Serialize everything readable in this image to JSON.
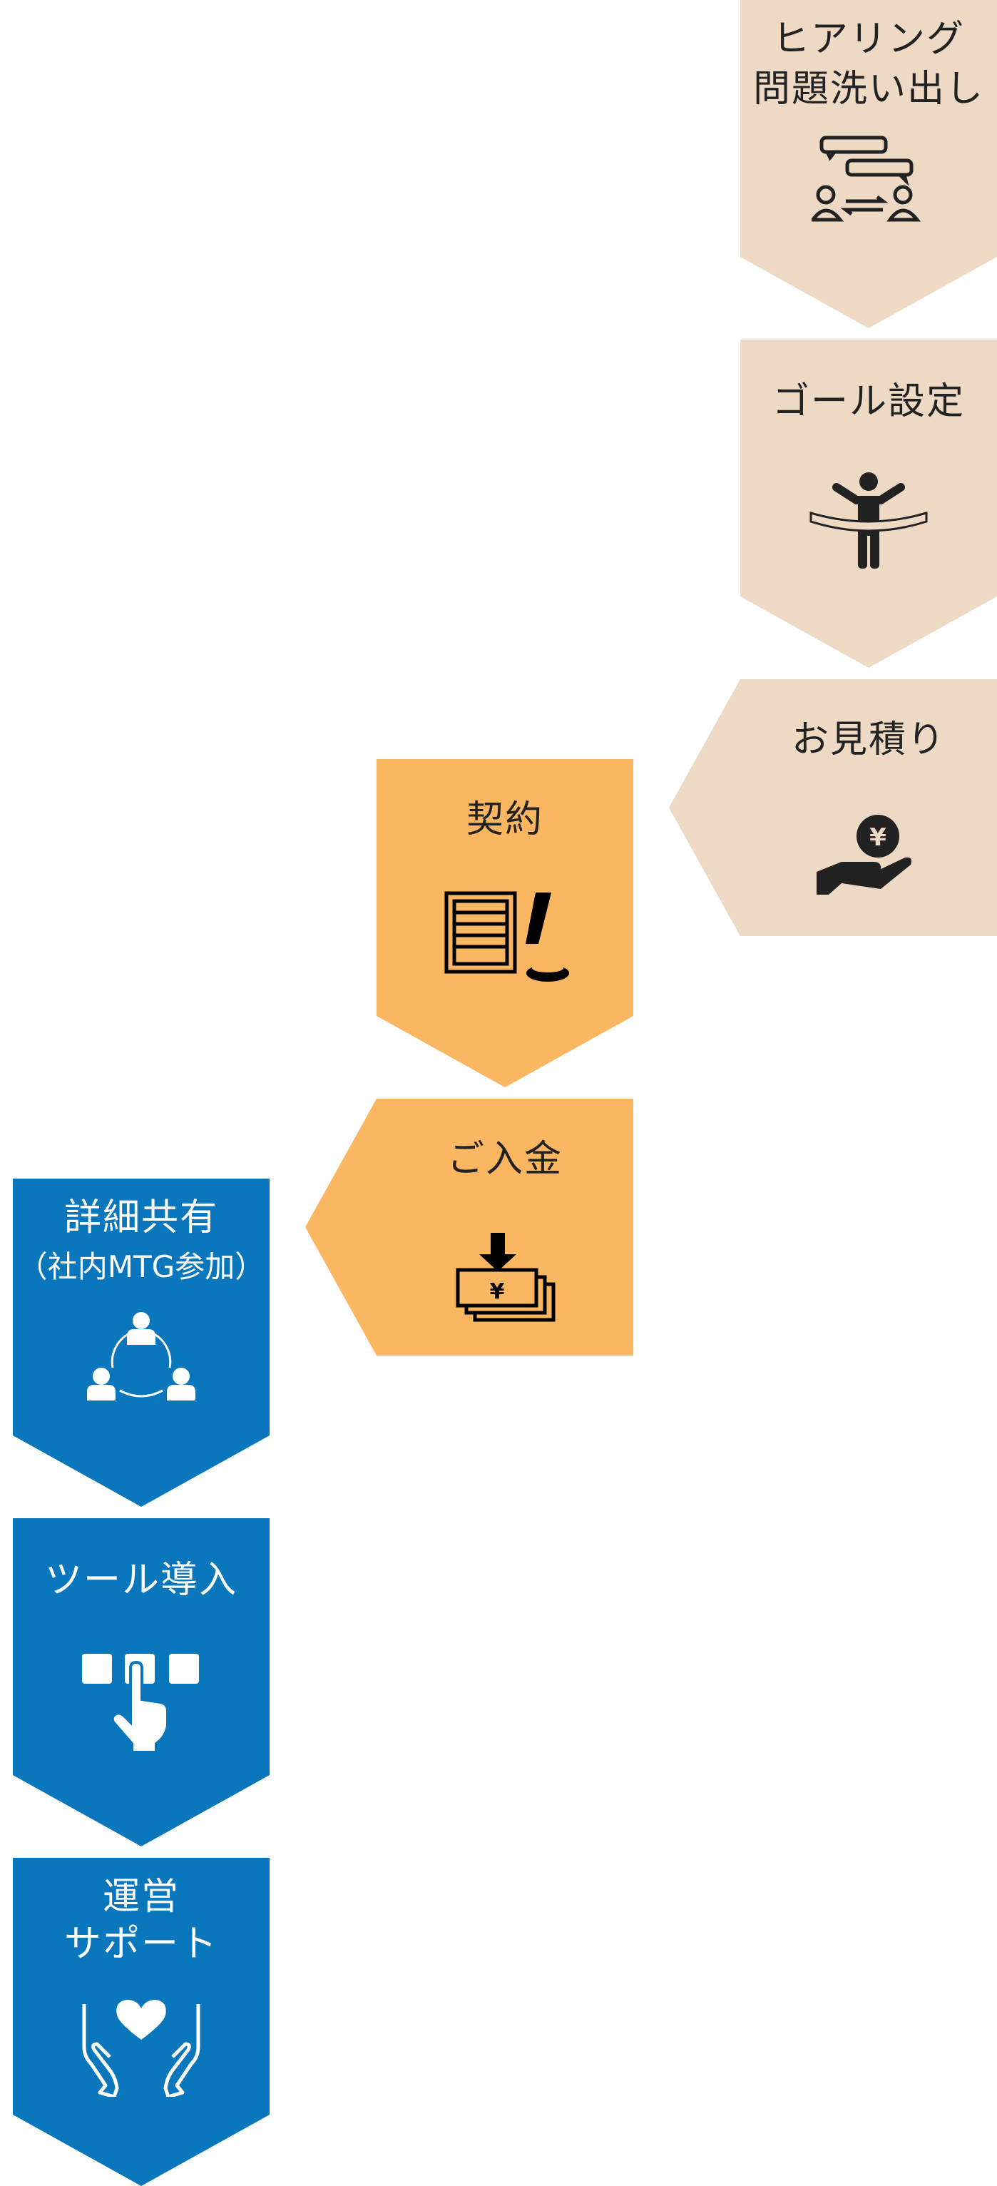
{
  "colors": {
    "beige": "#EED9C4",
    "orange": "#FBB662",
    "blue": "#0A77BD",
    "dark": "#222222"
  },
  "steps": [
    {
      "title": "ヒアリング",
      "subtitle": "問題洗い出し",
      "icon": "conversation-icon"
    },
    {
      "title": "ゴール設定",
      "icon": "goal-ribbon-icon"
    },
    {
      "title": "お見積り",
      "icon": "hand-yen-coin-icon"
    },
    {
      "title": "契約",
      "icon": "document-stamp-icon"
    },
    {
      "title": "ご入金",
      "icon": "yen-deposit-icon"
    },
    {
      "title": "詳細共有",
      "subtitle": "（社内MTG参加）",
      "icon": "team-meeting-icon"
    },
    {
      "title": "ツール導入",
      "icon": "tap-tool-icon"
    },
    {
      "title": "運営",
      "subtitle": "サポート",
      "icon": "hands-heart-icon"
    }
  ]
}
